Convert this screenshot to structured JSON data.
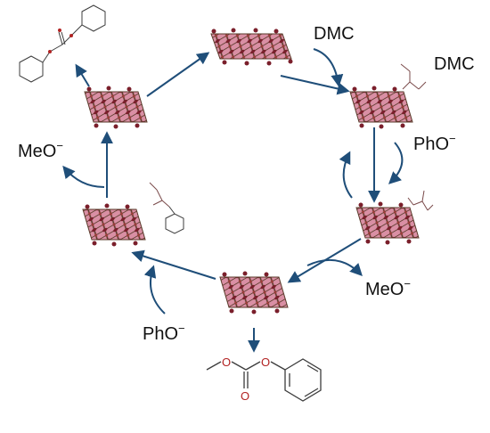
{
  "labels": {
    "dmc_top": "DMC",
    "dmc_right": "DMC",
    "pho_right": "PhO",
    "meo_right": "MeO",
    "pho_bottom": "PhO",
    "meo_left": "MeO",
    "minus": "−"
  },
  "colors": {
    "arrow": "#1f4e79",
    "bond": "#3c3c3c",
    "oxygen": "#b22222",
    "slab_light": "#d98fa4",
    "slab_dark": "#7a1f2b",
    "slab_bond": "#5a3a2a"
  }
}
